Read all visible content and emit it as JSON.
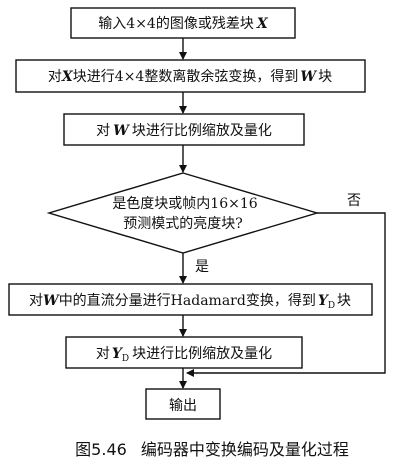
{
  "nodes": {
    "step1": {
      "pre": "输入4×4的图像或残差块",
      "var": "X"
    },
    "step2": {
      "pre": "对",
      "var": "X",
      "post": "块进行4×4整数离散余弦变换，得到",
      "var2": "W",
      "post2": "块"
    },
    "step3": {
      "pre": "对",
      "var": "W",
      "post": "块进行比例缩放及量化"
    },
    "decision": {
      "line1": "是色度块或帧内16×16",
      "line2": "预测模式的亮度块?"
    },
    "step4": {
      "pre": "对",
      "var": "W",
      "post": "中的直流分量进行Hadamard变换，得到",
      "var2": "Y",
      "sub2": "D",
      "post2": "块"
    },
    "step5": {
      "pre": "对",
      "var": "Y",
      "sub": "D",
      "post": "块进行比例缩放及量化"
    },
    "end": {
      "label": "输出"
    }
  },
  "branches": {
    "yes": "是",
    "no": "否"
  },
  "caption": {
    "number": "图5.46",
    "title": "编码器中变换编码及量化过程"
  }
}
